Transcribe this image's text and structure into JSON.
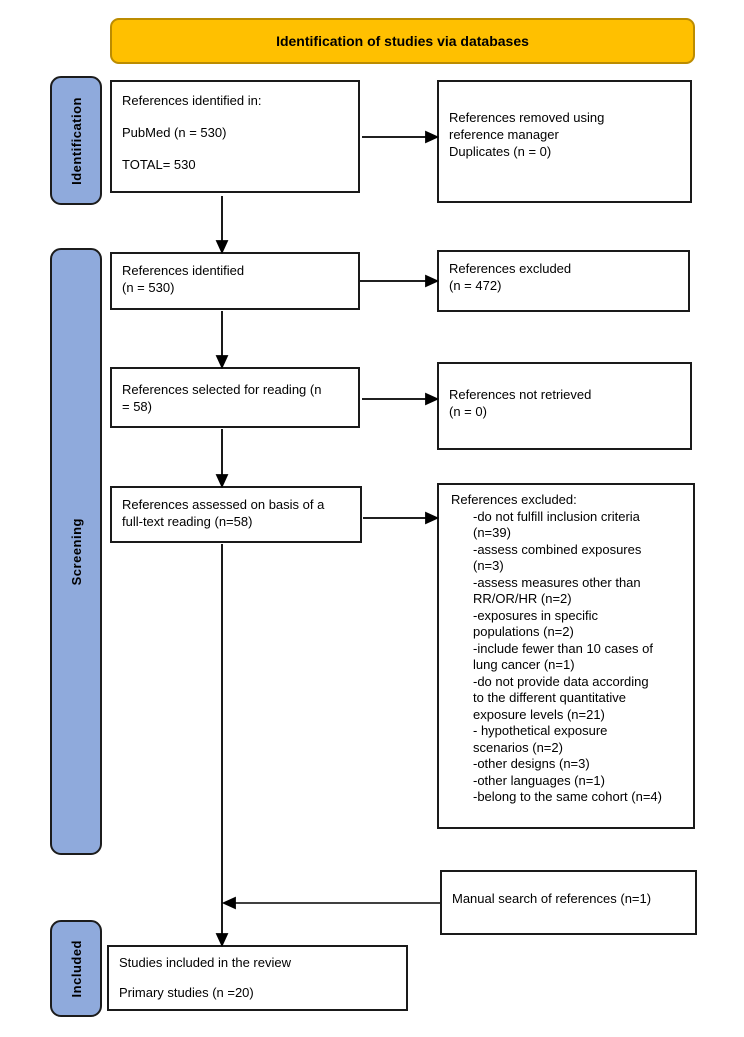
{
  "banner": {
    "title": "Identification of studies via databases"
  },
  "stages": [
    {
      "label": "Identification"
    },
    {
      "label": "Screening"
    },
    {
      "label": "Included"
    }
  ],
  "boxes": {
    "identified_in": {
      "text": "References identified in:\n\nPubMed (n = 530)\n\nTOTAL= 530"
    },
    "removed_duplicates": {
      "text": "References removed using\nreference manager\nDuplicates (n = 0)"
    },
    "identified": {
      "text": "References identified\n(n = 530)"
    },
    "excluded": {
      "text": "References excluded\n(n = 472)"
    },
    "selected_reading": {
      "text": "References selected for reading (n\n= 58)"
    },
    "not_retrieved": {
      "text": "References not retrieved\n(n = 0)"
    },
    "full_text_assessed": {
      "text": "References assessed on basis of a\nfull-text reading (n=58)"
    },
    "full_text_excluded": {
      "title": "References excluded:",
      "items": [
        "-do not fulfill inclusion criteria (n=39)",
        "-assess combined exposures (n=3)",
        "-assess measures other than RR/OR/HR (n=2)",
        "-exposures in specific populations (n=2)",
        "-include fewer than 10 cases of lung cancer (n=1)",
        "-do not provide data according to the different quantitative exposure levels (n=21)",
        "- hypothetical exposure scenarios (n=2)",
        "-other designs (n=3)",
        "-other languages (n=1)",
        "-belong to the same cohort (n=4)"
      ]
    },
    "manual_search": {
      "text": "Manual search of references (n=1)"
    },
    "included_studies": {
      "text": "Studies included in the review\n\nPrimary studies (n =20)"
    }
  },
  "colors": {
    "title_bg": "#FFC000",
    "title_border": "#BC8C00",
    "stage_bg": "#8FAADC",
    "box_border": "#1A1A1A",
    "arrow": "#000000"
  }
}
